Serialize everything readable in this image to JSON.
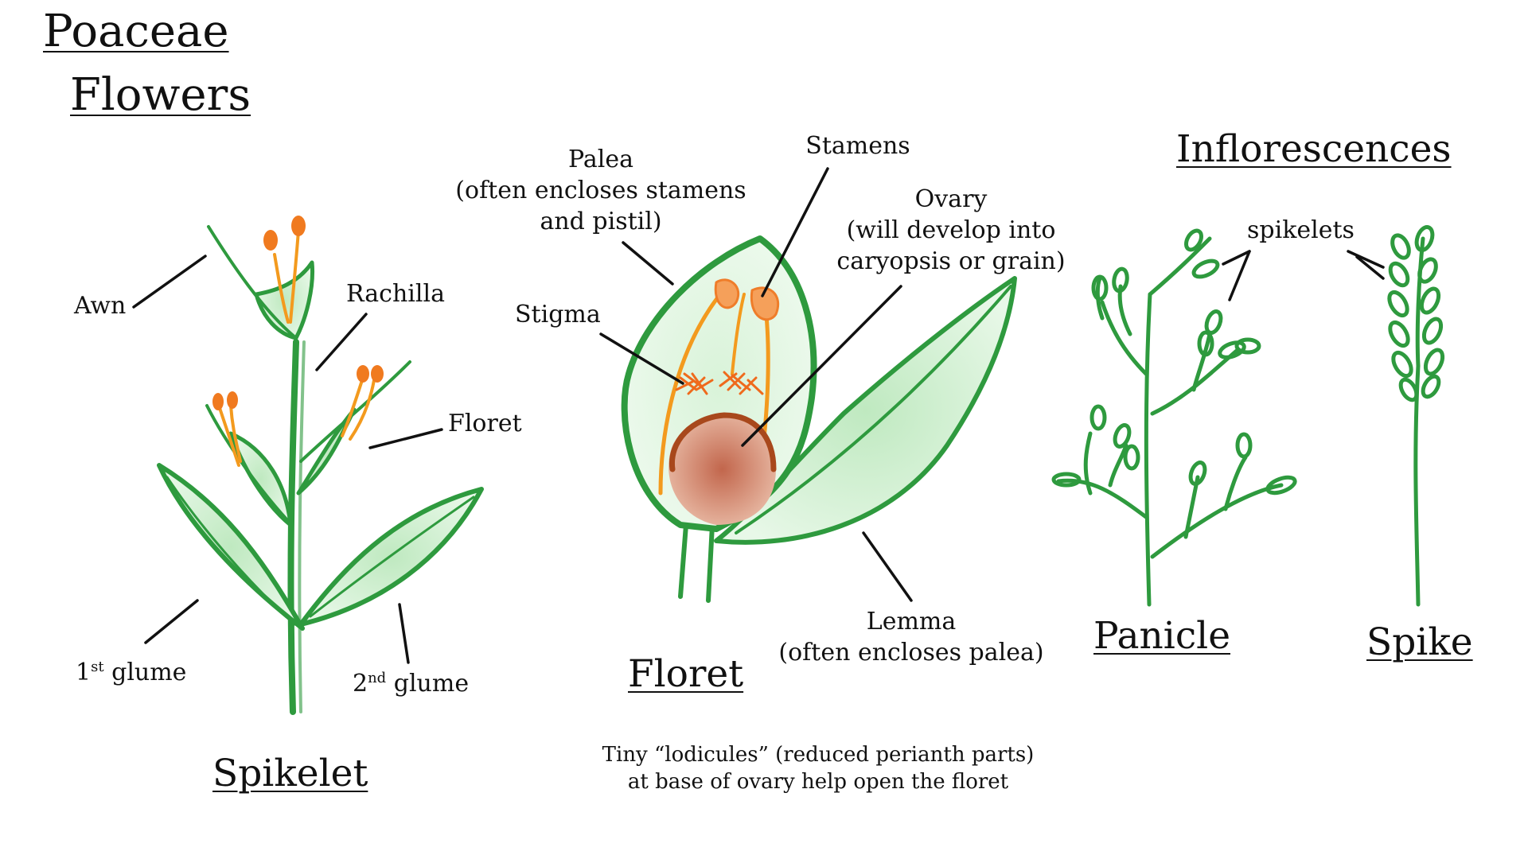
{
  "titles": {
    "family": "Poaceae",
    "topic": "Flowers",
    "inflorescences": "Inflorescences"
  },
  "spikelet": {
    "caption": "Spikelet",
    "awn": "Awn",
    "rachilla": "Rachilla",
    "floret": "Floret",
    "glume1_num": "1",
    "glume1_sup": "st",
    "glume1_text": " glume",
    "glume2_num": "2",
    "glume2_sup": "nd",
    "glume2_text": " glume"
  },
  "floret": {
    "caption": "Floret",
    "palea_1": "Palea",
    "palea_2": "(often encloses stamens",
    "palea_3": "and pistil)",
    "stamens": "Stamens",
    "ovary_1": "Ovary",
    "ovary_2": "(will develop into",
    "ovary_3": "caryopsis or grain)",
    "stigma": "Stigma",
    "lemma_1": "Lemma",
    "lemma_2": "(often encloses palea)",
    "note_1": "Tiny “lodicules” (reduced perianth parts)",
    "note_2": "at base of ovary help open the floret"
  },
  "inflorescence": {
    "spikelets": "spikelets",
    "panicle": "Panicle",
    "spike": "Spike"
  },
  "colors": {
    "leaf_stroke": "#2e9a3e",
    "leaf_fill": "#cfeecf",
    "stamen": "#f39a1e",
    "anther": "#f07a1f",
    "ovary": "#c77558",
    "ovary_rim": "#a8481c",
    "leader": "#111111"
  }
}
